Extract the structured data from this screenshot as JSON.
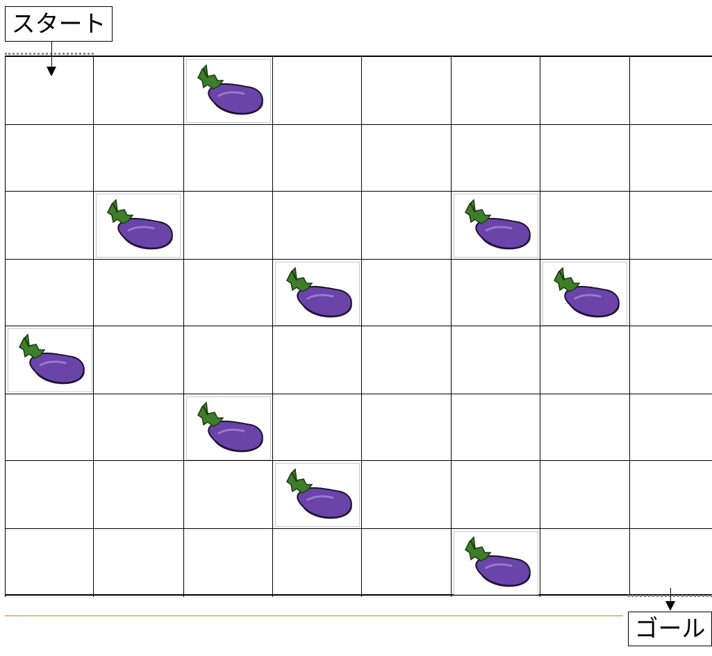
{
  "labels": {
    "start": "スタート",
    "goal": "ゴール"
  },
  "grid": {
    "rows": 8,
    "cols": 8,
    "item_icon": "eggplant-icon",
    "item_cells": [
      [
        0,
        2
      ],
      [
        2,
        1
      ],
      [
        2,
        5
      ],
      [
        3,
        3
      ],
      [
        3,
        6
      ],
      [
        4,
        0
      ],
      [
        5,
        2
      ],
      [
        6,
        3
      ],
      [
        7,
        5
      ]
    ]
  },
  "colors": {
    "grid_line": "#000000",
    "eggplant_body": "#6a44a8",
    "eggplant_stem": "#3e7d2a",
    "bottom_rule": "#f0b37a"
  }
}
